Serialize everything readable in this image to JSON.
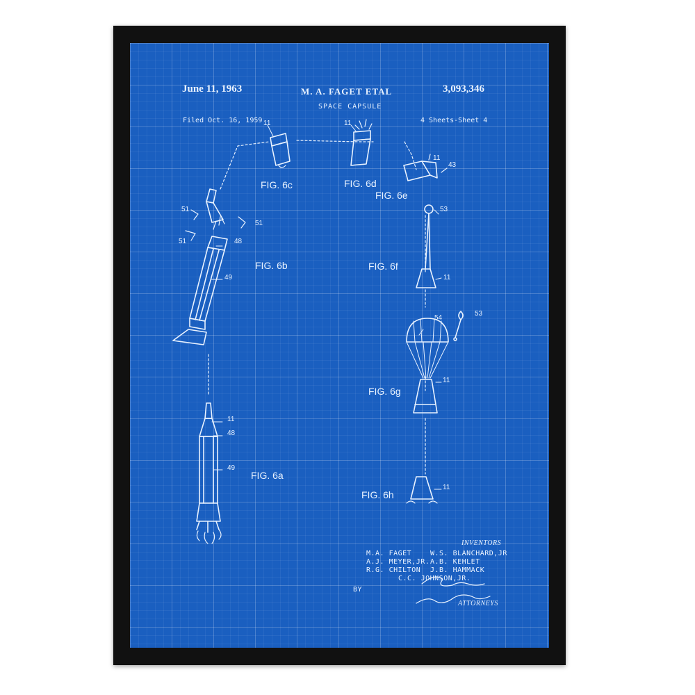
{
  "header": {
    "date": "June 11, 1963",
    "inventor": "M. A. FAGET ETAL",
    "patent_number": "3,093,346",
    "title": "SPACE CAPSULE",
    "filed": "Filed Oct. 16, 1959",
    "sheets": "4 Sheets-Sheet 4"
  },
  "figures": {
    "fig6a": "FIG. 6a",
    "fig6b": "FIG. 6b",
    "fig6c": "FIG. 6c",
    "fig6d": "FIG. 6d",
    "fig6e": "FIG. 6e",
    "fig6f": "FIG. 6f",
    "fig6g": "FIG. 6g",
    "fig6h": "FIG. 6h"
  },
  "ref_numerals": {
    "n11": "11",
    "n43": "43",
    "n48": "48",
    "n49": "49",
    "n51": "51",
    "n53": "53",
    "n54": "54"
  },
  "inventors": {
    "heading": "INVENTORS",
    "row1_left": "M.A. FAGET",
    "row1_right": "W.S. BLANCHARD,JR",
    "row2_left": "A.J. MEYER,JR.",
    "row2_right": "A.B. KEHLET",
    "row3_left": "R.G. CHILTON",
    "row3_right": "J.B. HAMMACK",
    "row4": "C.C. JOHNSON,JR.",
    "by": "BY",
    "attorneys": "ATTORNEYS"
  },
  "colors": {
    "frame": "#111111",
    "blueprint": "#1a5fc0",
    "ink": "#e8f2ff"
  }
}
